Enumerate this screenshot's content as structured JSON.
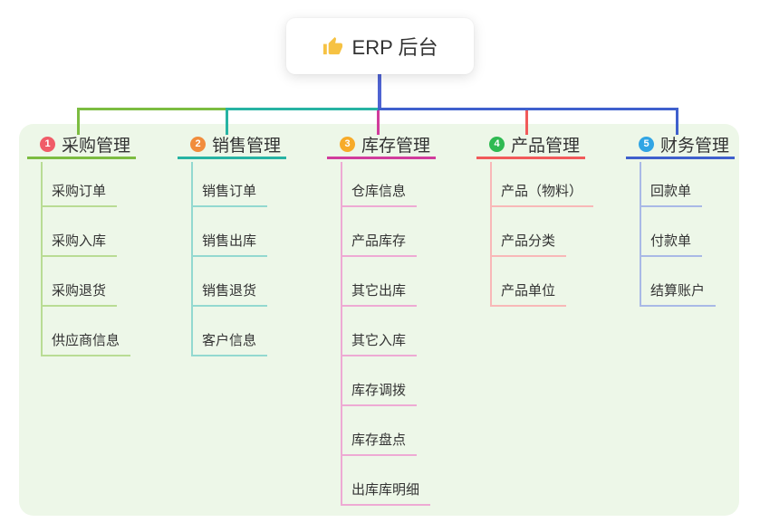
{
  "root": {
    "label": "ERP 后台",
    "icon": "thumbs-up-icon",
    "icon_color": "#f6c243"
  },
  "colors": {
    "page_bg": "#ffffff",
    "panel_bg": "#edf7e8",
    "root_stem": "#4f63d2",
    "text": "#333333"
  },
  "branches": [
    {
      "index": "1",
      "label": "采购管理",
      "badge_color": "#f05c68",
      "line_color": "#7cbc41",
      "line_light": "#b9dc94",
      "children": [
        "采购订单",
        "采购入库",
        "采购退货",
        "供应商信息"
      ]
    },
    {
      "index": "2",
      "label": "销售管理",
      "badge_color": "#f18c3c",
      "line_color": "#27b3a3",
      "line_light": "#93d9d0",
      "children": [
        "销售订单",
        "销售出库",
        "销售退货",
        "客户信息"
      ]
    },
    {
      "index": "3",
      "label": "库存管理",
      "badge_color": "#f7ab29",
      "line_color": "#d13c9c",
      "line_light": "#eeaad4",
      "children": [
        "仓库信息",
        "产品库存",
        "其它出库",
        "其它入库",
        "库存调拨",
        "库存盘点",
        "出库库明细"
      ]
    },
    {
      "index": "4",
      "label": "产品管理",
      "badge_color": "#2fba52",
      "line_color": "#f15a5a",
      "line_light": "#f8b8b8",
      "children": [
        "产品（物料）",
        "产品分类",
        "产品单位"
      ]
    },
    {
      "index": "5",
      "label": "财务管理",
      "badge_color": "#31a5e4",
      "line_color": "#3f60cd",
      "line_light": "#a9b9e6",
      "children": [
        "回款单",
        "付款单",
        "结算账户"
      ]
    }
  ]
}
